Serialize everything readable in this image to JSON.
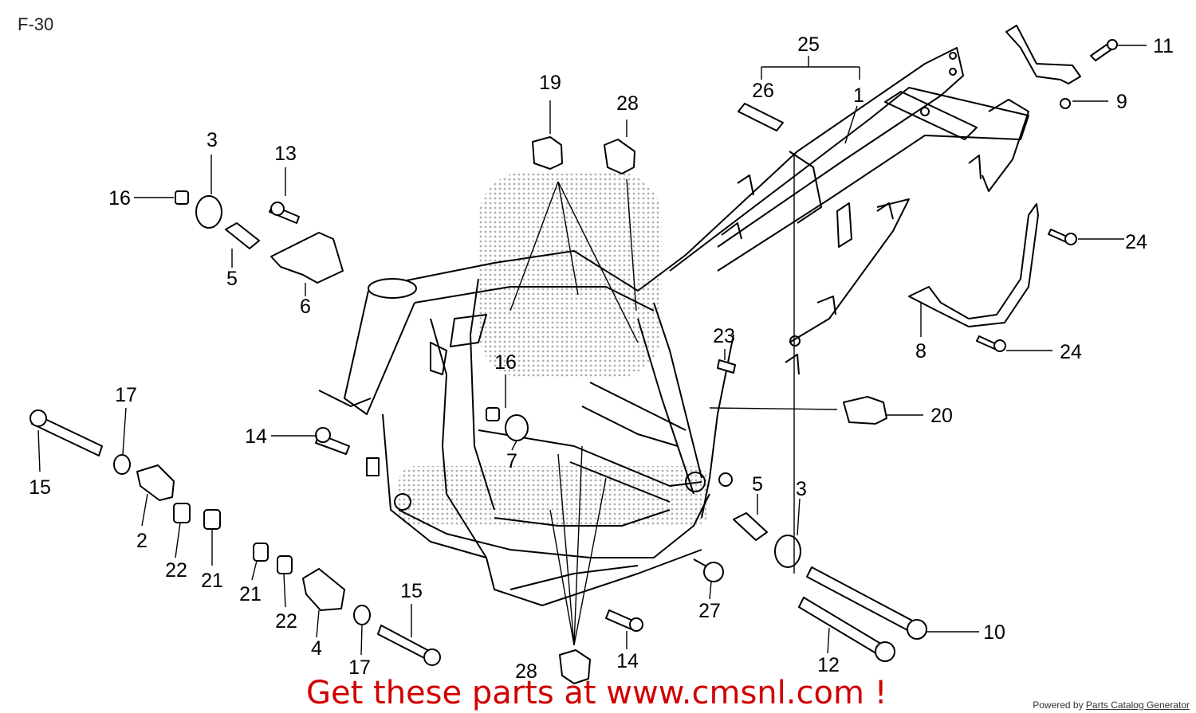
{
  "page_code": "F-30",
  "promo_text": "Get these parts at www.cmsnl.com !",
  "footer": {
    "prefix": "Powered by ",
    "generator": "Parts Catalog Generator"
  },
  "callouts": [
    "25",
    "26",
    "1",
    "11",
    "9",
    "19",
    "28",
    "3",
    "13",
    "16",
    "5",
    "6",
    "24",
    "8",
    "24",
    "23",
    "16",
    "20",
    "17",
    "14",
    "15",
    "7",
    "5",
    "3",
    "2",
    "22",
    "21",
    "21",
    "22",
    "15",
    "4",
    "17",
    "28",
    "14",
    "27",
    "10",
    "12"
  ]
}
